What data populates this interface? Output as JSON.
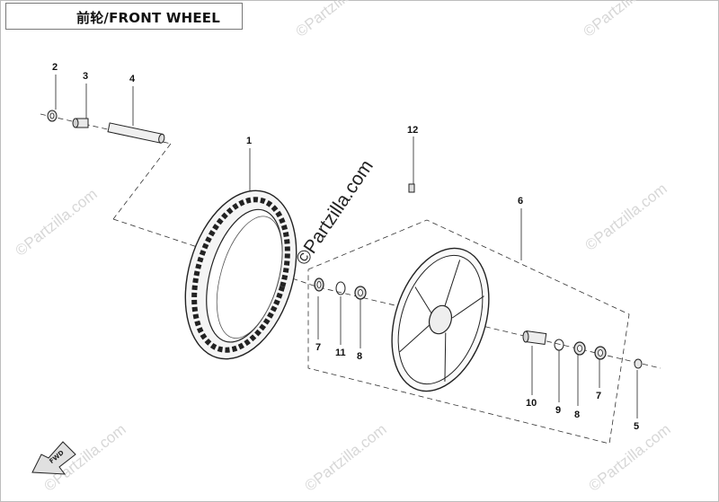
{
  "header": {
    "title": "前轮/FRONT WHEEL"
  },
  "callouts": {
    "c1": "1",
    "c2": "2",
    "c3": "3",
    "c4": "4",
    "c5": "5",
    "c6": "6",
    "c7a": "7",
    "c7b": "7",
    "c8a": "8",
    "c8b": "8",
    "c9": "9",
    "c10": "10",
    "c11": "11",
    "c12": "12"
  },
  "watermark": {
    "text": "©Partzilla.com",
    "center_text": "©Partzilla.com"
  },
  "fwd_label": "FWD"
}
